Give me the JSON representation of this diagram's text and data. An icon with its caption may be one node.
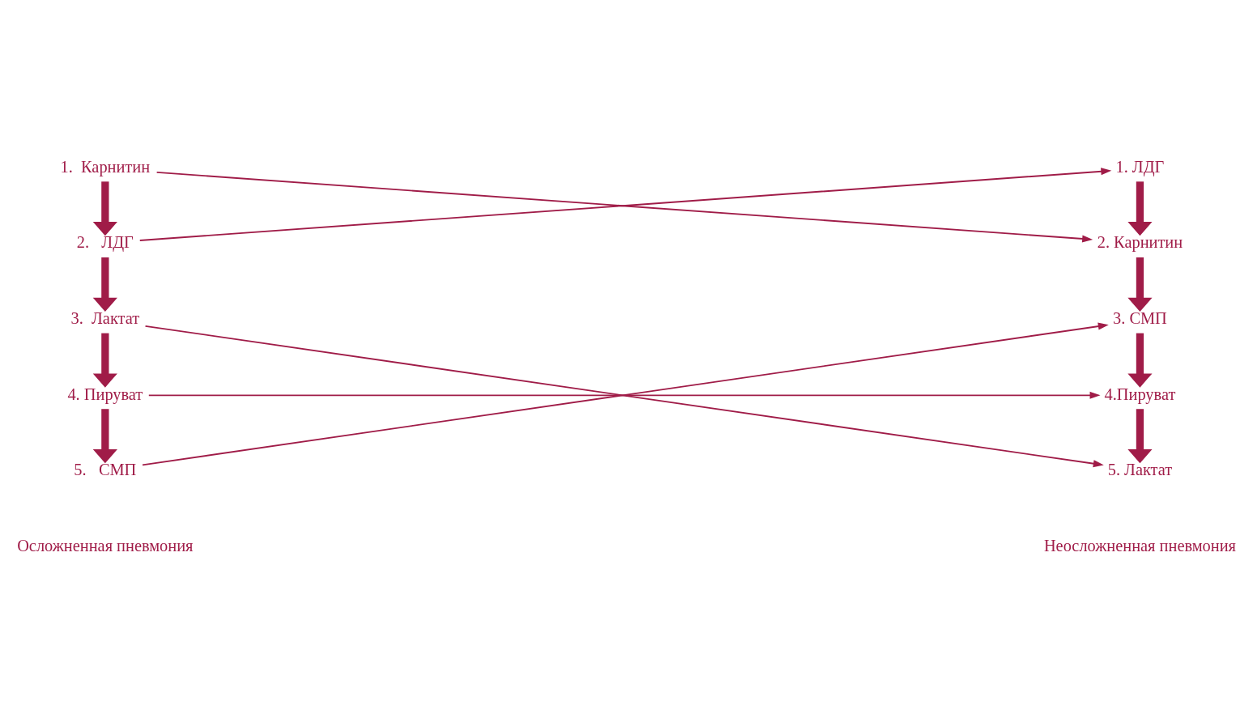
{
  "diagram": {
    "nodes": [
      {
        "text": [
          "1.  Карнитин"
        ]
      },
      {
        "text": [
          "2.   ЛДГ"
        ]
      },
      {
        "text": [
          "3.  Лактат"
        ]
      },
      {
        "text": [
          "4. Пируват"
        ]
      },
      {
        "text": [
          "5.   СМП"
        ]
      },
      {
        "text": [
          "1. ЛДГ"
        ]
      },
      {
        "text": [
          "2. Карнитин"
        ]
      },
      {
        "text": [
          "3. СМП"
        ]
      },
      {
        "text": [
          "4.Пируват"
        ]
      },
      {
        "text": [
          "5. Лактат"
        ]
      }
    ],
    "edges": [
      {
        "from": 0,
        "to": 1,
        "arrow": "to"
      },
      {
        "from": 1,
        "to": 2,
        "arrow": "to"
      },
      {
        "from": 2,
        "to": 3,
        "arrow": "to"
      },
      {
        "from": 3,
        "to": 4,
        "arrow": "to"
      },
      {
        "from": 5,
        "to": 6,
        "arrow": "to"
      },
      {
        "from": 6,
        "to": 7,
        "arrow": "to"
      },
      {
        "from": 7,
        "to": 8,
        "arrow": "to"
      },
      {
        "from": 8,
        "to": 9,
        "arrow": "to"
      },
      {
        "from": 0,
        "to": 6,
        "arrow": "to"
      },
      {
        "from": 1,
        "to": 5,
        "arrow": "to"
      },
      {
        "from": 2,
        "to": 9,
        "arrow": "to"
      },
      {
        "from": 3,
        "to": 8,
        "arrow": "to"
      },
      {
        "from": 4,
        "to": 7,
        "arrow": "to"
      }
    ],
    "labels": [
      "Осложненная пневмония",
      "Неосложненная пневмония"
    ]
  }
}
